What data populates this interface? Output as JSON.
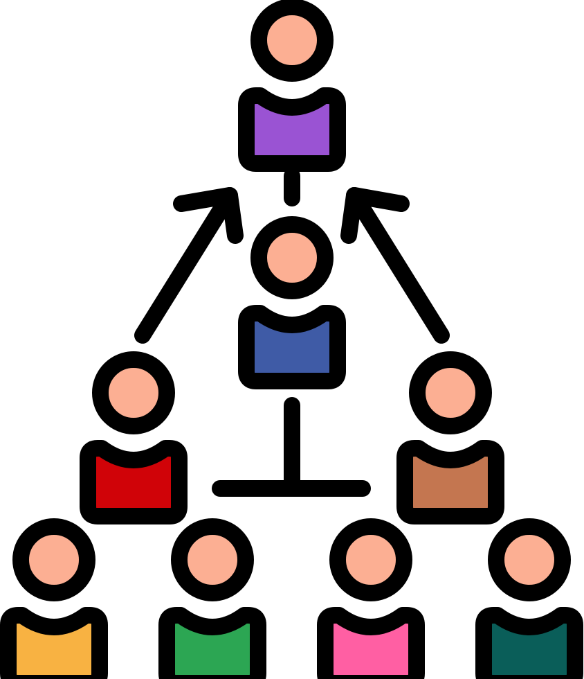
{
  "diagram": {
    "type": "people-hierarchy-icon",
    "outline_color": "#000000",
    "skin_color": "#FCAF93",
    "people": [
      {
        "id": "person-top",
        "shirt_color": "#9A53D3"
      },
      {
        "id": "person-middle",
        "shirt_color": "#3F5BA6"
      },
      {
        "id": "person-left",
        "shirt_color": "#D00308"
      },
      {
        "id": "person-right",
        "shirt_color": "#C47650"
      },
      {
        "id": "person-bottom-1",
        "shirt_color": "#F8B242"
      },
      {
        "id": "person-bottom-2",
        "shirt_color": "#2CA653"
      },
      {
        "id": "person-bottom-3",
        "shirt_color": "#FF5FA3"
      },
      {
        "id": "person-bottom-4",
        "shirt_color": "#0A5E59"
      }
    ],
    "connectors": [
      {
        "id": "up-arrow-left"
      },
      {
        "id": "up-arrow-right"
      },
      {
        "id": "link-top-middle"
      },
      {
        "id": "t-connector"
      }
    ]
  }
}
